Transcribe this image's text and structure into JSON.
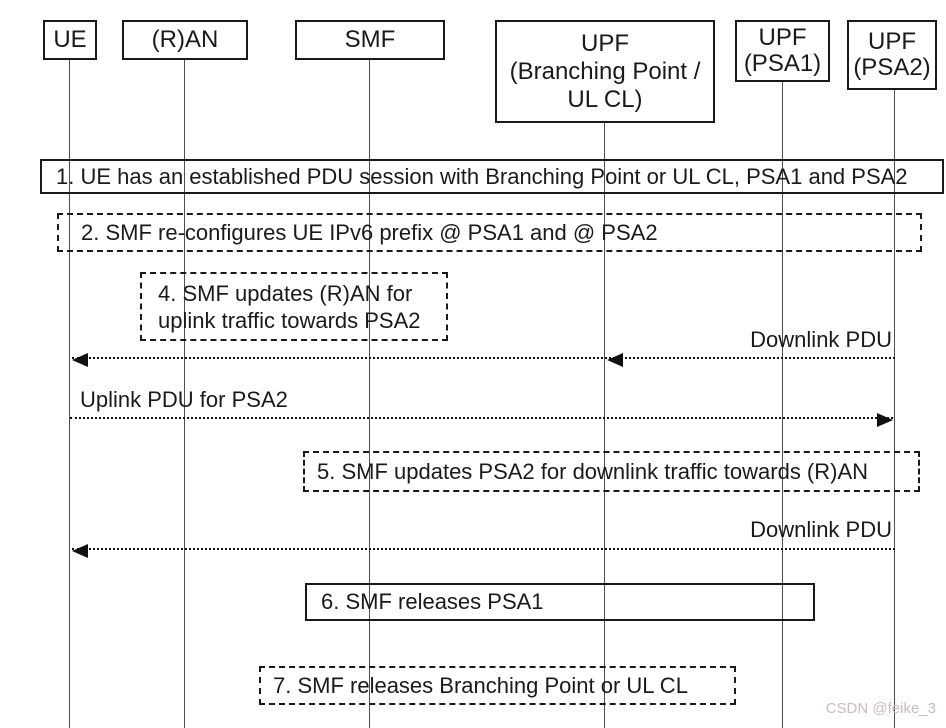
{
  "diagram": {
    "type": "sequence-diagram",
    "colors": {
      "ink": "#1a1a1a",
      "lifeline": "#4f4f4f",
      "arrow": "#111111",
      "watermark": "#c9bcbc",
      "background": "#ffffff"
    },
    "actors": [
      {
        "id": "ue",
        "lines": [
          "UE"
        ]
      },
      {
        "id": "ran",
        "lines": [
          "(R)AN"
        ]
      },
      {
        "id": "smf",
        "lines": [
          "SMF"
        ]
      },
      {
        "id": "upf-bp",
        "lines": [
          "UPF",
          "(Branching Point /",
          "UL CL)"
        ]
      },
      {
        "id": "upf-psa1",
        "lines": [
          "UPF",
          "(PSA1)"
        ]
      },
      {
        "id": "upf-psa2",
        "lines": [
          "UPF",
          "(PSA2)"
        ]
      }
    ],
    "steps": [
      {
        "id": "step-1",
        "style": "solid",
        "text": "1. UE has an established PDU session with Branching Point or UL CL, PSA1 and PSA2"
      },
      {
        "id": "step-2",
        "style": "dashed",
        "text": "2. SMF re-configures UE IPv6 prefix @ PSA1 and @ PSA2"
      },
      {
        "id": "step-4",
        "style": "dashed",
        "lines": [
          "4. SMF updates (R)AN for",
          "uplink traffic towards PSA2"
        ]
      },
      {
        "id": "step-5",
        "style": "dashed",
        "text": "5. SMF updates PSA2 for downlink traffic towards (R)AN"
      },
      {
        "id": "step-6",
        "style": "solid",
        "text": "6. SMF releases PSA1"
      },
      {
        "id": "step-7",
        "style": "dashed",
        "text": "7. SMF releases Branching Point or UL CL"
      }
    ],
    "messages": [
      {
        "id": "downlink-pdu-1",
        "label": "Downlink PDU",
        "from": "UPF (PSA2)",
        "to": "UE",
        "direction": "left",
        "intermediate_arrowhead_at": "UPF (Branching Point / UL CL)"
      },
      {
        "id": "uplink-pdu",
        "label": "Uplink PDU for PSA2",
        "from": "UE",
        "to": "UPF (PSA2)",
        "direction": "right"
      },
      {
        "id": "downlink-pdu-2",
        "label": "Downlink PDU",
        "from": "UPF (PSA2)",
        "to": "UE",
        "direction": "left"
      }
    ],
    "watermark": "CSDN @feike_3"
  }
}
